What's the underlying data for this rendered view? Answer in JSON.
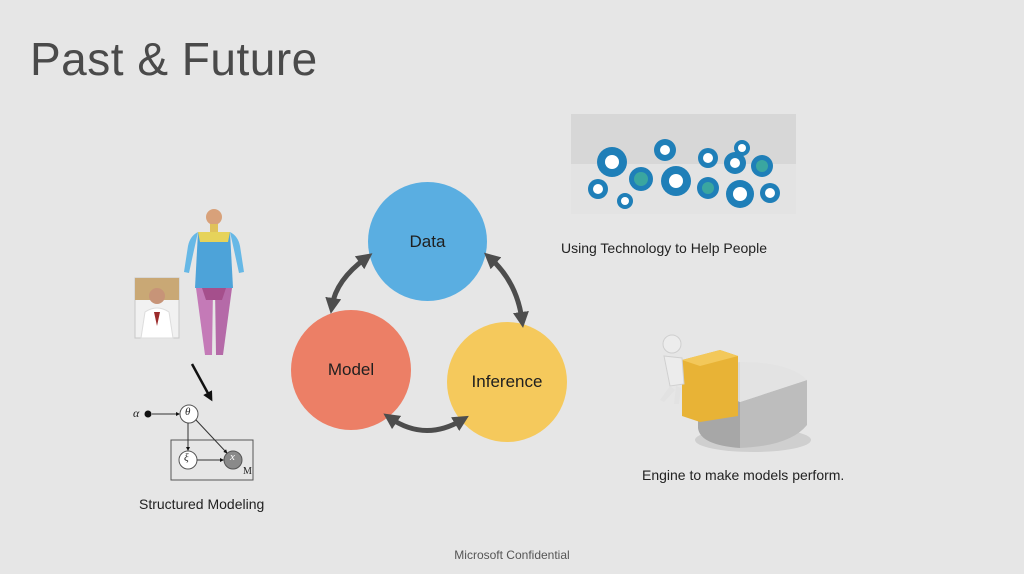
{
  "slide": {
    "title": "Past & Future",
    "footer": "Microsoft Confidential"
  },
  "cycle": {
    "data_label": "Data",
    "model_label": "Model",
    "inference_label": "Inference",
    "colors": {
      "data": "#5aaee1",
      "model": "#ec7f66",
      "inference": "#f5c95c",
      "arrow": "#4d4d4d"
    }
  },
  "left": {
    "caption": "Structured Modeling",
    "graph": {
      "alpha": "α",
      "theta": "θ",
      "xi": "ξ",
      "x": "x",
      "plate": "M"
    }
  },
  "right_top": {
    "caption": "Using Technology to Help People"
  },
  "right_bottom": {
    "caption": "Engine to make models perform."
  }
}
